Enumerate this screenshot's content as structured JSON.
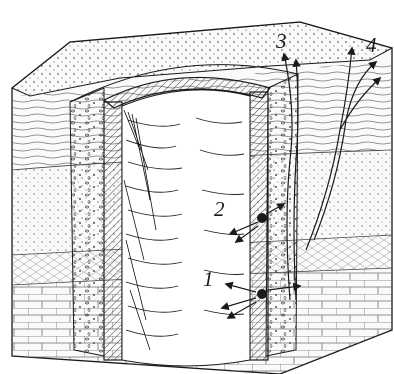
{
  "figure": {
    "callouts": [
      {
        "id": "leak-1",
        "text": "1"
      },
      {
        "id": "leak-2",
        "text": "2"
      },
      {
        "id": "leak-3",
        "text": "3"
      },
      {
        "id": "leak-4",
        "text": "4"
      }
    ]
  },
  "colors": {
    "ink": "#1a1a1a",
    "background": "#ffffff",
    "strata_fill": "#fafafa"
  }
}
